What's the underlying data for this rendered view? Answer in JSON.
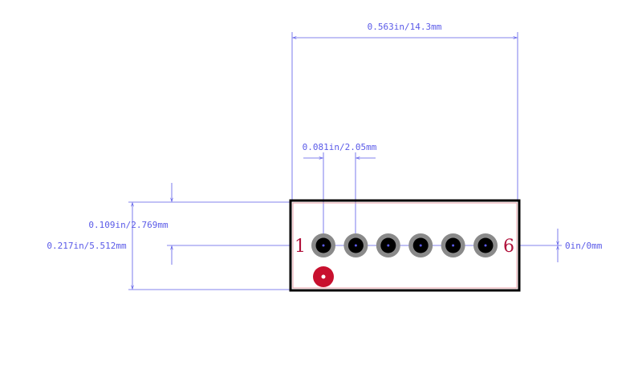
{
  "dimensions": {
    "width": "0.563in/14.3mm",
    "pitch": "0.081in/2.05mm",
    "half_height": "0.109in/2.769mm",
    "height": "0.217in/5.512mm",
    "offset": "0in/0mm"
  },
  "pins": {
    "first_label": "1",
    "last_label": "6",
    "count": 6
  },
  "colors": {
    "dimension": "#5a5ae8",
    "outline": "#000000",
    "courtyard": "#e8a0a8",
    "pin_label": "#b0103a",
    "pad_ring": "#8a8a8a",
    "pad_core": "#000000",
    "marker": "#c8102e"
  }
}
